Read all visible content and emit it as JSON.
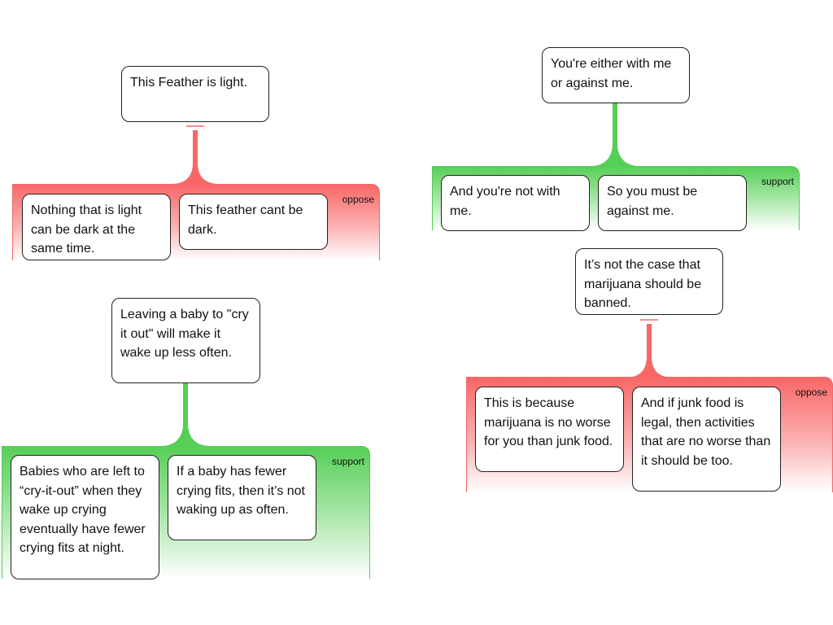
{
  "maps": [
    {
      "claim": "This Feather is light.",
      "relation": "oppose",
      "reasons": [
        "Nothing that is light can be dark at the same time.",
        "This feather cant be dark."
      ],
      "color": "#f86666"
    },
    {
      "claim": "You're either with me or against me.",
      "relation": "support",
      "reasons": [
        "And you're not with me.",
        "So you must be against me."
      ],
      "color": "#55cf55"
    },
    {
      "claim": "Leaving a baby to \"cry it out\" will make it wake up less often.",
      "relation": "support",
      "reasons": [
        "Babies who are left to “cry-it-out” when they wake up crying eventually have fewer crying fits at night.",
        "If a baby has fewer crying fits, then it’s not waking up as often."
      ],
      "color": "#55cf55"
    },
    {
      "claim": "It’s not the case that marijuana should be banned.",
      "relation": "oppose",
      "reasons": [
        "This is because marijuana is no worse for you than junk food.",
        "And if junk food is legal, then activities that are no worse than it should be too."
      ],
      "color": "#f86666"
    }
  ]
}
